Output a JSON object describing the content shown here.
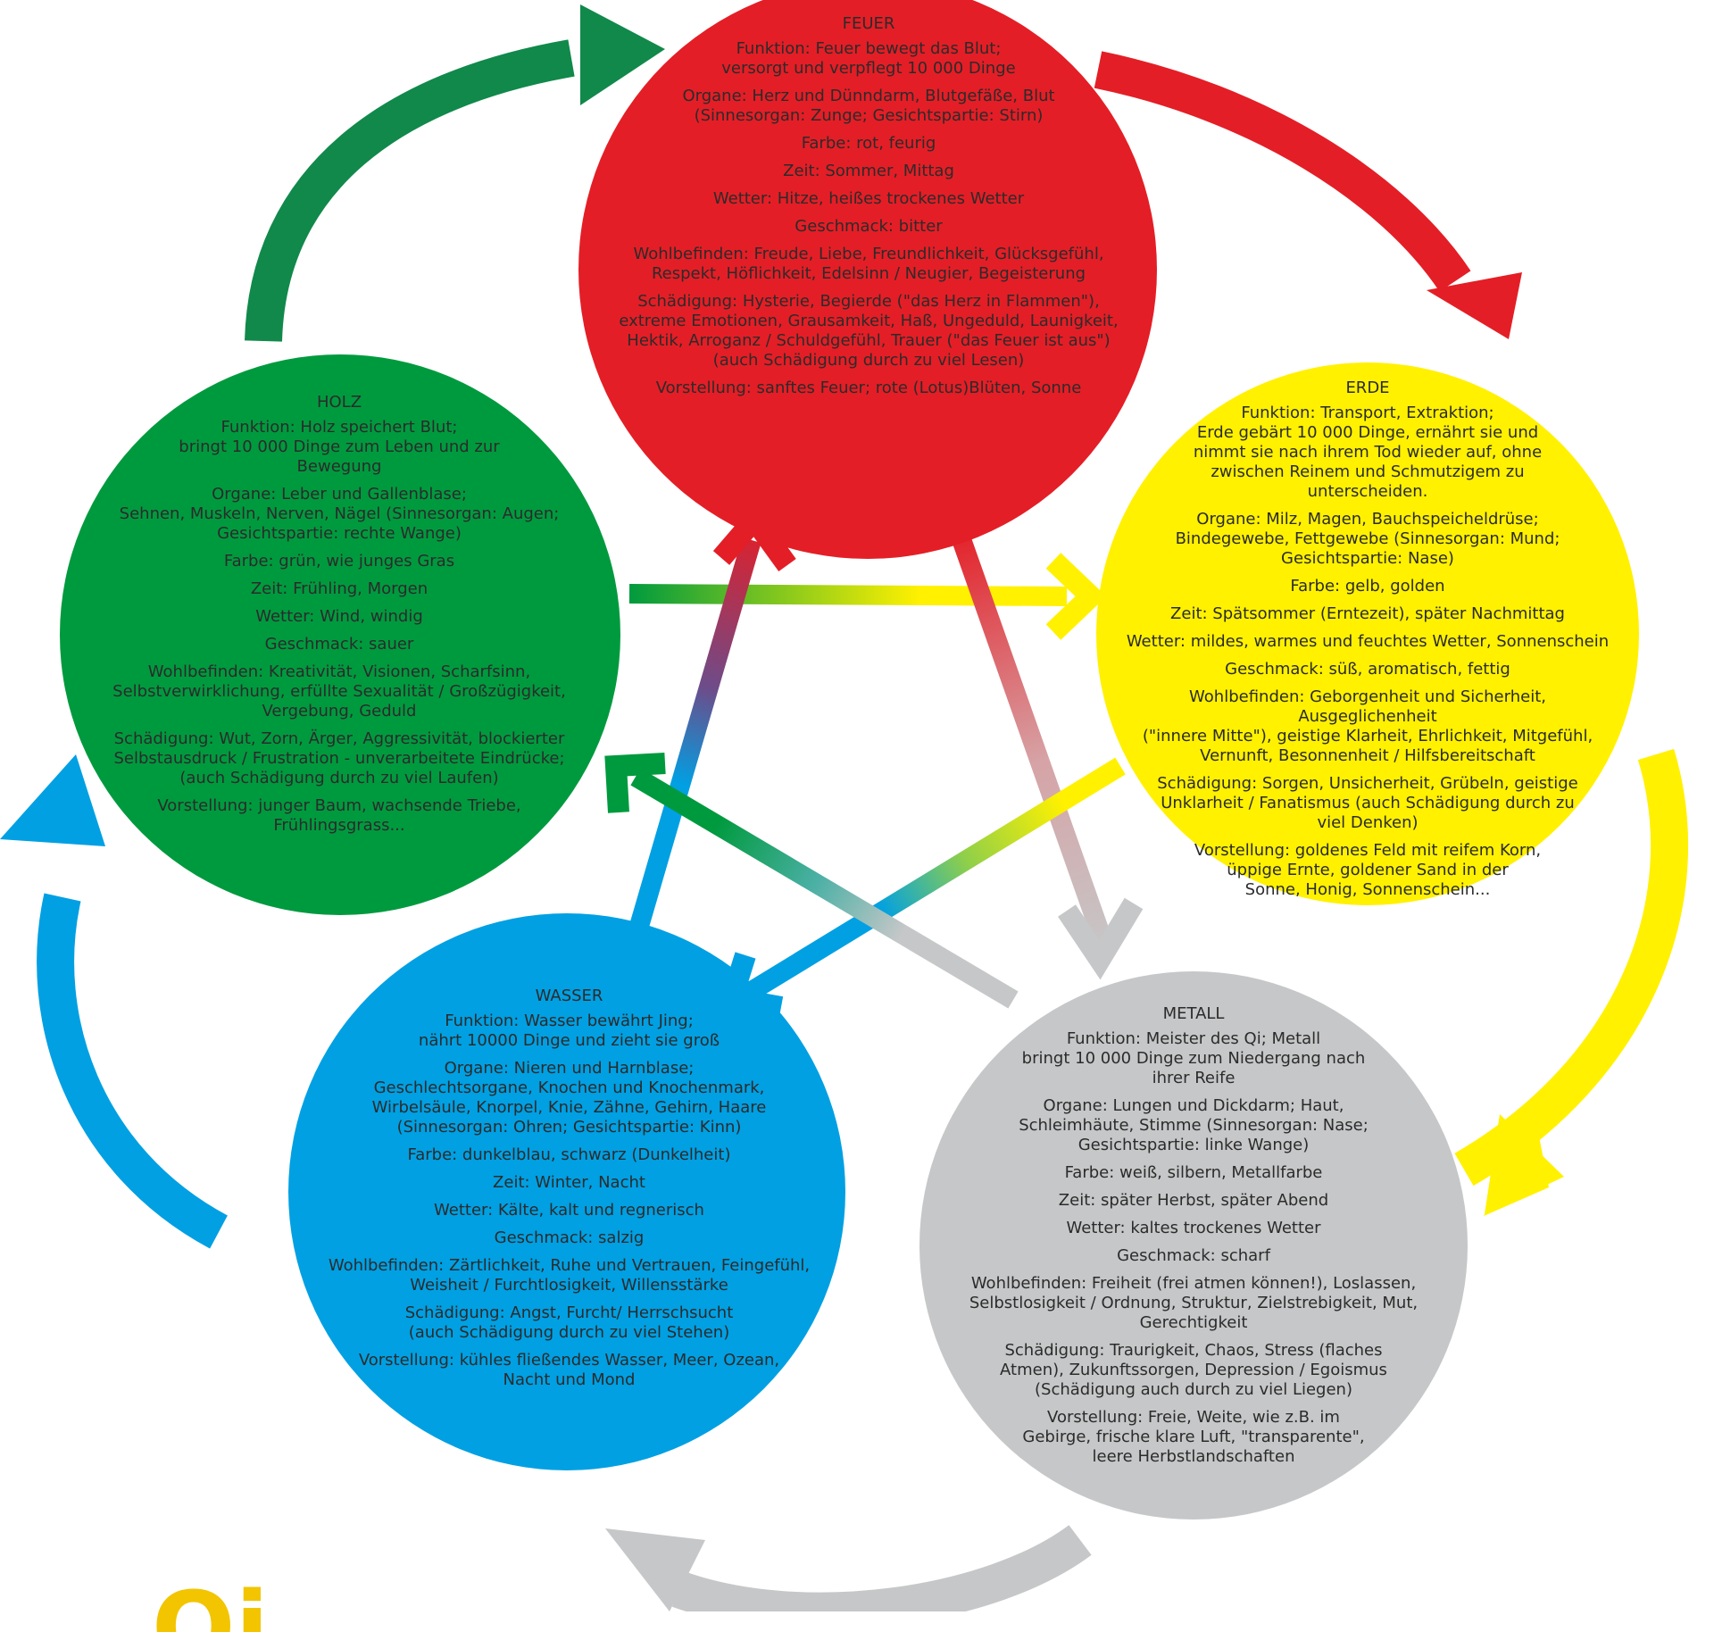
{
  "colors": {
    "fire": "#e41e26",
    "earth": "#fff100",
    "metal": "#c6c7c8",
    "water": "#00a0e3",
    "wood": "#009a3e",
    "wood_arrow": "#10894a"
  },
  "elements": {
    "fire": {
      "title": "FEUER",
      "paragraphs": [
        "Funktion: Feuer bewegt das Blut;\nversorgt und verpflegt 10 000 Dinge",
        "Organe: Herz und Dünndarm, Blutgefäße, Blut\n(Sinnesorgan: Zunge; Gesichtspartie: Stirn)",
        "Farbe: rot, feurig",
        "Zeit: Sommer, Mittag",
        "Wetter: Hitze, heißes trockenes Wetter",
        "Geschmack: bitter",
        "Wohlbefinden: Freude, Liebe, Freundlichkeit, Glücksgefühl,\nRespekt, Höflichkeit, Edelsinn / Neugier, Begeisterung",
        "Schädigung: Hysterie, Begierde (\"das Herz in Flammen\"),\nextreme Emotionen, Grausamkeit, Haß, Ungeduld, Launigkeit,\nHektik, Arroganz /  Schuldgefühl, Trauer (\"das Feuer ist aus\")\n(auch Schädigung durch zu viel Lesen)",
        "Vorstellung: sanftes Feuer; rote (Lotus)Blüten, Sonne"
      ]
    },
    "earth": {
      "title": "ERDE",
      "paragraphs": [
        "Funktion: Transport, Extraktion;\nErde gebärt 10 000 Dinge, ernährt sie und\nnimmt sie nach ihrem Tod wieder auf, ohne\nzwischen Reinem und Schmutzigem zu\nunterscheiden.",
        "Organe: Milz, Magen, Bauchspeicheldrüse;\nBindegewebe, Fettgewebe (Sinnesorgan: Mund;\nGesichtspartie: Nase)",
        "Farbe: gelb, golden",
        "Zeit: Spätsommer (Erntezeit), später Nachmittag",
        "Wetter: mildes, warmes und feuchtes Wetter, Sonnenschein",
        "Geschmack: süß, aromatisch, fettig",
        "Wohlbefinden: Geborgenheit und Sicherheit, Ausgeglichenheit\n(\"innere Mitte\"), geistige Klarheit, Ehrlichkeit, Mitgefühl,\nVernunft, Besonnenheit / Hilfsbereitschaft",
        "Schädigung: Sorgen, Unsicherheit, Grübeln, geistige\nUnklarheit / Fanatismus (auch Schädigung durch zu\nviel Denken)",
        "Vorstellung: goldenes Feld mit reifem Korn,\nüppige Ernte, goldener Sand in der\nSonne, Honig, Sonnenschein..."
      ]
    },
    "wood": {
      "title": "HOLZ",
      "paragraphs": [
        "Funktion: Holz speichert Blut;\nbringt 10 000 Dinge zum Leben und zur\nBewegung",
        "Organe: Leber und Gallenblase;\nSehnen, Muskeln, Nerven, Nägel (Sinnesorgan: Augen;\nGesichtspartie: rechte Wange)",
        "Farbe: grün, wie junges Gras",
        "Zeit: Frühling, Morgen",
        "Wetter: Wind, windig",
        "Geschmack: sauer",
        "Wohlbefinden: Kreativität, Visionen, Scharfsinn,\nSelbstverwirklichung, erfüllte Sexualität / Großzügigkeit,\nVergebung, Geduld",
        "Schädigung: Wut, Zorn, Ärger, Aggressivität, blockierter\nSelbstausdruck / Frustration -  unverarbeitete Eindrücke;\n(auch Schädigung durch zu viel Laufen)",
        "Vorstellung: junger Baum, wachsende Triebe,\nFrühlingsgrass..."
      ]
    },
    "water": {
      "title": "WASSER",
      "paragraphs": [
        "Funktion: Wasser bewährt Jing;\nnährt 10000 Dinge und zieht sie groß",
        "Organe: Nieren und Harnblase;\nGeschlechtsorgane, Knochen und Knochenmark,\nWirbelsäule, Knorpel, Knie, Zähne, Gehirn, Haare\n(Sinnesorgan: Ohren; Gesichtspartie: Kinn)",
        "Farbe: dunkelblau, schwarz (Dunkelheit)",
        "Zeit: Winter, Nacht",
        "Wetter: Kälte, kalt und regnerisch",
        "Geschmack: salzig",
        "Wohlbefinden: Zärtlichkeit, Ruhe und Vertrauen, Feingefühl,\nWeisheit / Furchtlosigkeit, Willensstärke",
        "Schädigung: Angst, Furcht/ Herrschsucht\n(auch Schädigung durch zu viel Stehen)",
        "Vorstellung: kühles fließendes Wasser, Meer, Ozean,\nNacht und Mond"
      ]
    },
    "metal": {
      "title": "METALL",
      "paragraphs": [
        "Funktion: Meister des Qi; Metall\nbringt 10 000 Dinge zum Niedergang nach\nihrer Reife",
        "Organe: Lungen und Dickdarm; Haut,\nSchleimhäute, Stimme (Sinnesorgan: Nase;\nGesichtspartie: linke Wange)",
        "Farbe: weiß, silbern, Metallfarbe",
        "Zeit: später Herbst, später Abend",
        "Wetter: kaltes trockenes Wetter",
        "Geschmack: scharf",
        "Wohlbefinden: Freiheit (frei atmen können!), Loslassen,\nSelbstlosigkeit / Ordnung, Struktur, Zielstrebigkeit, Mut,\nGerechtigkeit",
        "Schädigung: Traurigkeit, Chaos, Stress (flaches\nAtmen), Zukunftssorgen, Depression / Egoismus\n(Schädigung auch durch zu viel Liegen)",
        "Vorstellung: Freie, Weite, wie z.B. im\nGebirge, frische klare Luft, \"transparente\",\nleere Herbstlandschaften"
      ]
    }
  },
  "logo": {
    "text": "Qi"
  }
}
